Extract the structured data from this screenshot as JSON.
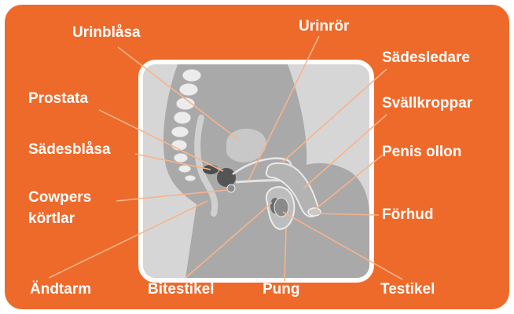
{
  "labels": {
    "urinblasa": "Urinblåsa",
    "urinror": "Urinrör",
    "sadesledare": "Sädesledare",
    "prostata": "Prostata",
    "svallkroppar": "Svällkroppar",
    "sadesblasa": "Sädesblåsa",
    "penis_ollon": "Penis ollon",
    "cowpers_line1": "Cowpers",
    "cowpers_line2": "körtlar",
    "forhud": "Förhud",
    "andtarm": "Ändtarm",
    "bitestikel": "Bitestikel",
    "pung": "Pung",
    "testikel": "Testikel"
  },
  "colors": {
    "background": "#ee6a2b",
    "panel": "#d6d6d6",
    "body": "#a9a9a9",
    "organ_light": "#c8c8c8",
    "organ_dark": "#555555",
    "leader": "#f7b48a",
    "text": "#ffffff"
  }
}
